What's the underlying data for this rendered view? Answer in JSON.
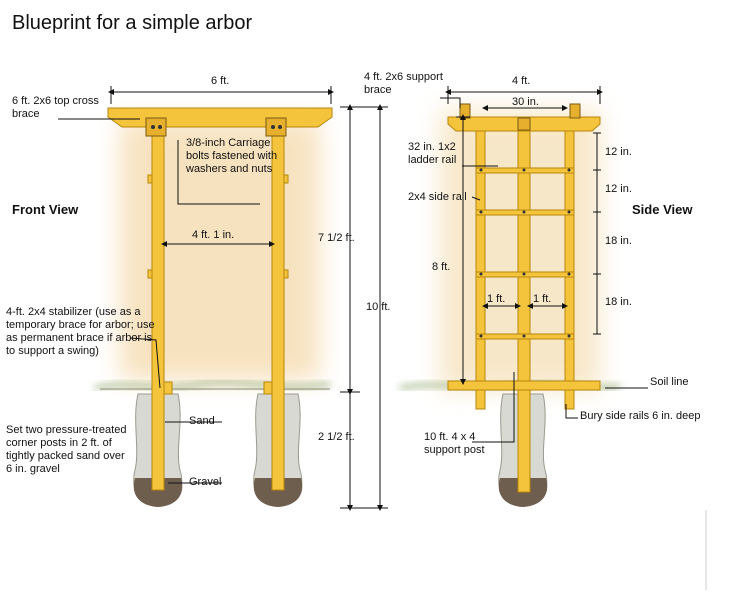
{
  "title": "Blueprint for a simple arbor",
  "front": {
    "view_label": "Front View",
    "width_dim": "6 ft.",
    "top_brace": "6 ft. 2x6 top cross brace",
    "bolts": "3/8-inch Carriage bolts fastened with washers and nuts",
    "inner_width": "4 ft. 1 in.",
    "above_ground": "7 1/2 ft.",
    "total_height": "10 ft.",
    "below_ground": "2 1/2 ft.",
    "stabilizer": "4-ft. 2x4 stabilizer (use as a temporary brace for arbor; use as permanent brace if arbor is to support a swing)",
    "sand": "Sand",
    "gravel": "Gravel",
    "posts_note": "Set two pressure-treated corner posts in 2 ft. of tightly packed sand over 6 in. gravel"
  },
  "side": {
    "view_label": "Side View",
    "support_brace": "4 ft. 2x6 support brace",
    "width_dim": "4 ft.",
    "inner_width": "30 in.",
    "ladder_rail": "32 in. 1x2 ladder rail",
    "side_rail": "2x4 side rail",
    "height": "8 ft.",
    "gap1": "12 in.",
    "gap2": "12 in.",
    "gap3": "18 in.",
    "gap4": "18 in.",
    "left_spacing": "1 ft.",
    "right_spacing": "1 ft.",
    "soil_line": "Soil line",
    "bury": "Bury side rails 6 in. deep",
    "support_post": "10 ft. 4 x 4 support post"
  },
  "colors": {
    "wood": "#f3c43c",
    "wood_edge": "#b8860b",
    "glow": "#f5dcb0",
    "sand": "#d9d9d3",
    "gravel": "#6e5e4e"
  }
}
